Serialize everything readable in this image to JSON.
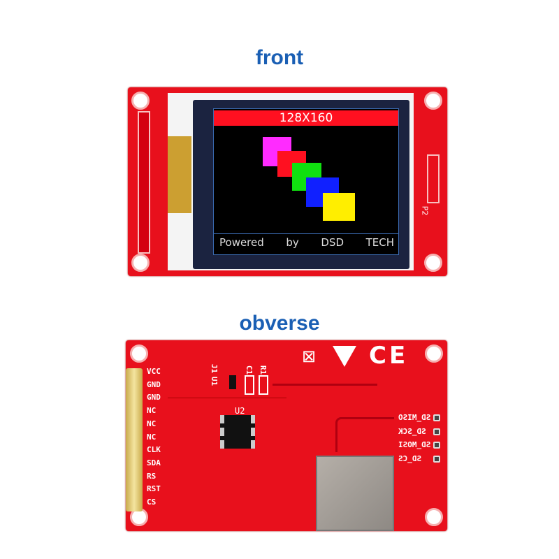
{
  "front": {
    "heading": "front",
    "screen_title": "128X160",
    "footer": [
      "Powered",
      "by",
      "DSD",
      "TECH"
    ],
    "connector_label": "P2",
    "square_colors": [
      "#ff2bff",
      "#ff1020",
      "#10e010",
      "#1020ff",
      "#ffee00"
    ]
  },
  "back": {
    "heading": "obverse",
    "pins": [
      "VCC",
      "GND",
      "GND",
      "NC",
      "NC",
      "NC",
      "CLK",
      "SDA",
      "RS",
      "RST",
      "CS"
    ],
    "sd_pins": [
      "SD_MISO",
      "SD_SCK",
      "SD_MOSI",
      "SD_CS"
    ],
    "components": {
      "j1": "J1",
      "u1": "U1",
      "c1": "C1",
      "r1": "R1",
      "u2": "U2"
    }
  }
}
